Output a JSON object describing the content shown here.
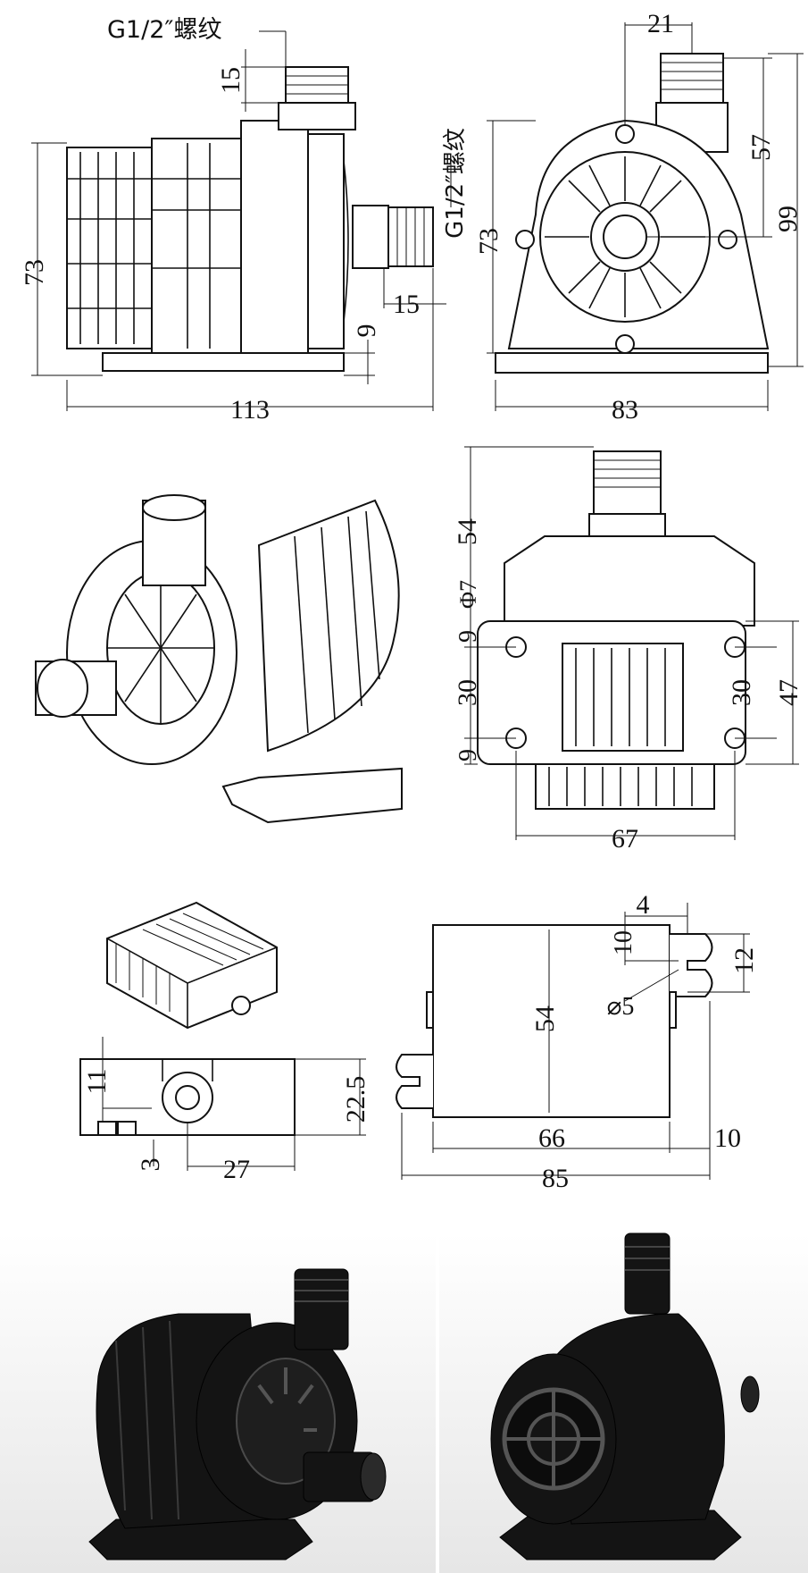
{
  "drawing": {
    "side_view": {
      "thread_top_label": "G1/2″螺纹",
      "thread_side_label": "G1/2″螺纹",
      "dims": {
        "top_thread": "15",
        "height": "73",
        "side_thread": "15",
        "base_offset": "9",
        "length": "113"
      }
    },
    "front_view": {
      "dims": {
        "outlet_width": "21",
        "outlet_height": "57",
        "total_height": "99",
        "body_height": "73",
        "base_width": "83"
      }
    },
    "bottom_view": {
      "dims": {
        "top_height": "54",
        "hole": "Φ7",
        "edge_top": "9",
        "hole_spacing_left": "30",
        "edge_bottom": "9",
        "hole_spacing_right": "30",
        "foot_depth": "47",
        "hole_spacing_width": "67"
      }
    },
    "connector_view": {
      "dims": {
        "height": "11",
        "total_height": "22.5",
        "foot": "3",
        "center_offset": "27"
      }
    },
    "bracket_view": {
      "dims": {
        "slot_width": "4",
        "slot_gap": "10",
        "slot_height": "12",
        "hole": "⌀5",
        "height": "54",
        "width_inner": "66",
        "tab": "10",
        "width_total": "85"
      }
    }
  },
  "colors": {
    "line": "#111111",
    "render_body": "#141414",
    "background": "#ffffff"
  }
}
